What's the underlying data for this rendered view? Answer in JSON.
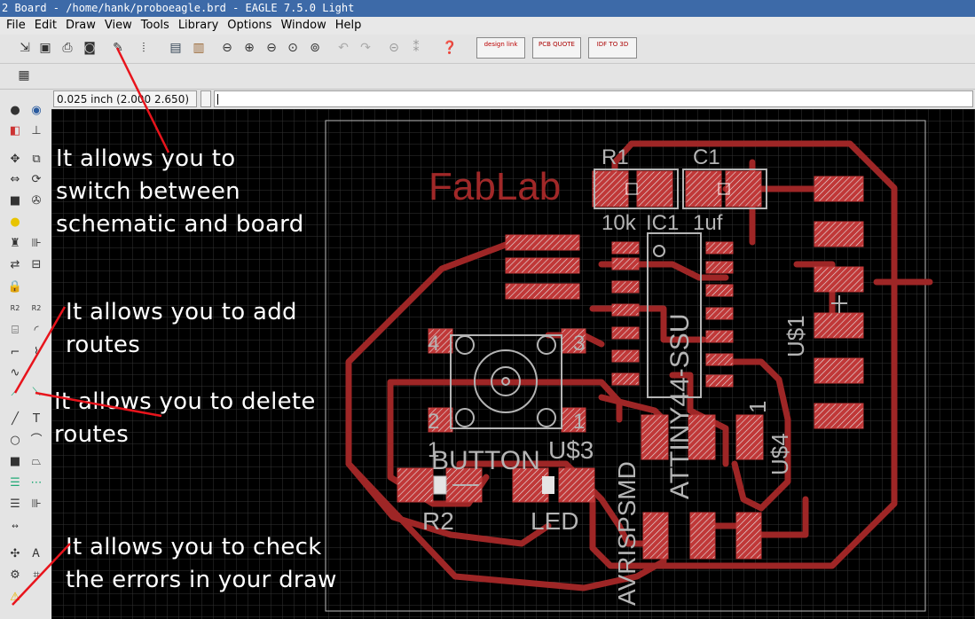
{
  "window": {
    "title": "2 Board - /home/hank/proboeagle.brd - EAGLE 7.5.0 Light"
  },
  "menu": [
    "File",
    "Edit",
    "Draw",
    "View",
    "Tools",
    "Library",
    "Options",
    "Window",
    "Help"
  ],
  "toolbar": {
    "icons": [
      "open-icon",
      "save-icon",
      "print-icon",
      "cam-icon",
      "switch-schematic-board-icon",
      "layer-settings-icon",
      "scr-icon",
      "ulp-icon",
      "zoom-fit-icon",
      "zoom-in-icon",
      "zoom-out-icon",
      "zoom-select-icon",
      "redraw-icon",
      "undo-icon",
      "redo-icon",
      "stop-icon",
      "go-icon",
      "help-icon"
    ],
    "designlink": "design link",
    "pcbquote": "PCB QUOTE",
    "idf": "IDF TO 3D"
  },
  "status": {
    "coordinates": "0.025 inch (2.000 2.650)",
    "command": ""
  },
  "annotations": {
    "switch": "It allows you to\nswitch between\nschematic and board",
    "route": "It allows you to add\nroutes",
    "delete": "It allows you to delete\nroutes",
    "drc": "It allows you to check\nthe errors in your draw"
  },
  "board": {
    "labels": {
      "fablab": "FabLab",
      "r1": "R1",
      "c1": "C1",
      "r1v": "10k",
      "c1v": "1uf",
      "ic1": "IC1",
      "attiny": "ATTINY44-SSU",
      "us1": "U$1",
      "button": "BUTTON",
      "us3": "U$3",
      "us4": "U$4",
      "r2": "R2",
      "led": "LED",
      "avr": "AVRISPSMD",
      "p4": "4",
      "p3": "3",
      "p2": "2",
      "p1": "1",
      "b1": "1",
      "q1": "1"
    },
    "colors": {
      "trace": "#a02828",
      "pad": "#c03838",
      "silk": "#b4b4b4",
      "grid": "#3a3a3a",
      "outline": "#bbbbbb",
      "fablab": "#a02828"
    }
  }
}
